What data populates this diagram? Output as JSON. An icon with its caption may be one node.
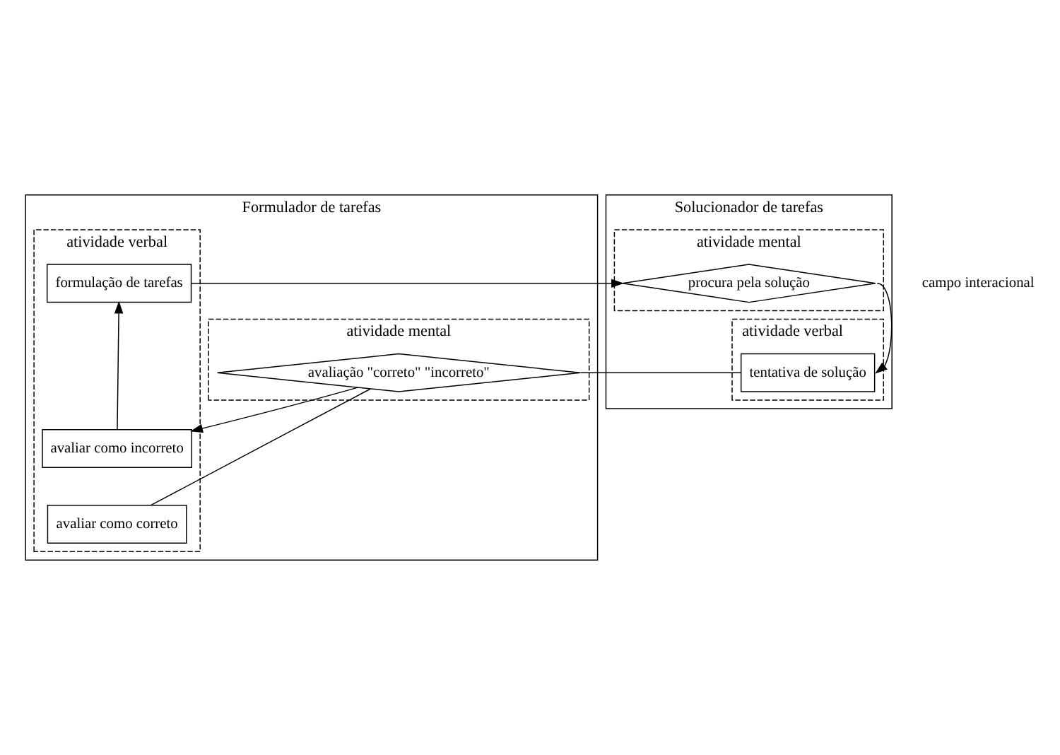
{
  "diagram": {
    "nodes": [
      {
        "text": [
          "Formulador de tarefas"
        ]
      },
      {
        "text": [
          "atividade mental"
        ],
        "in": 0
      },
      {
        "text": [
          "atividade verbal"
        ],
        "in": 0
      },
      {
        "text": [
          "Solucionador de tarefas"
        ]
      },
      {
        "text": [
          "atividade verbal"
        ],
        "in": 3
      },
      {
        "text": [
          "atividade mental"
        ],
        "in": 3
      },
      {
        "text": [
          "formulação de tarefas"
        ],
        "in": 2
      },
      {
        "text": [
          "procura pela solução"
        ],
        "in": 5
      },
      {
        "text": [
          "avaliação \"correto\" \"incorreto\""
        ],
        "in": 1
      },
      {
        "text": [
          "tentativa de solução"
        ],
        "in": 4
      },
      {
        "text": [
          "avaliar como incorreto"
        ],
        "in": 2
      },
      {
        "text": [
          "avaliar como correto"
        ],
        "in": 2
      }
    ],
    "edges": [
      {
        "from": 6,
        "to": 7,
        "arrow": "to"
      },
      {
        "from": 7,
        "to": 9,
        "arrow": "to"
      },
      {
        "from": 9,
        "to": 8,
        "arrow": "none"
      },
      {
        "from": 8,
        "to": 10,
        "arrow": "to"
      },
      {
        "from": 8,
        "to": 11,
        "arrow": "none"
      },
      {
        "from": 10,
        "to": 6,
        "arrow": "to"
      }
    ],
    "labels": [
      "campo interacional"
    ]
  }
}
